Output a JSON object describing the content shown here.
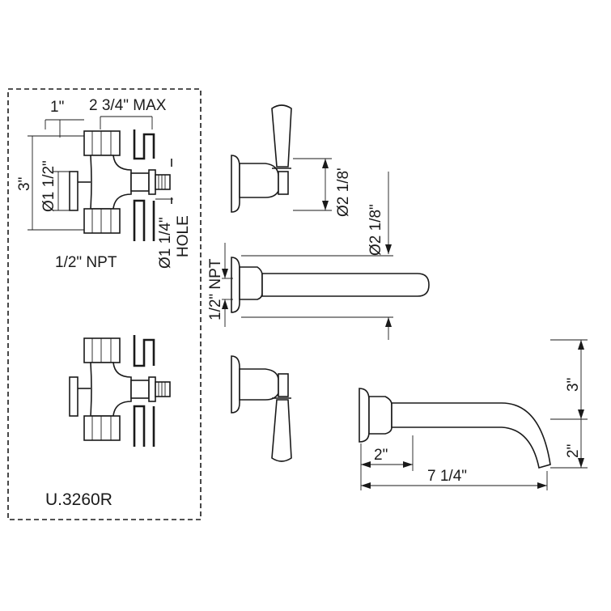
{
  "model_code": "U.3260R",
  "valve": {
    "dim_offset": "1\"",
    "dim_max_depth": "2 3/4\" MAX",
    "dim_height": "3\"",
    "dim_flange_dia": "Ø1 1/2\"",
    "dim_inlet": "1/2\" NPT",
    "dim_hole_size": "Ø1 1/4\"",
    "dim_hole_word": "HOLE"
  },
  "handle": {
    "dim_rosette": "Ø2 1/8'",
    "dim_spout_flange": "Ø2 1/8\""
  },
  "spout_side": {
    "dim_npt": "1/2\" NPT"
  },
  "spout": {
    "dim_height_upper": "3\"",
    "dim_height_lower": "2\"",
    "dim_projection": "2\"",
    "dim_length": "7 1/4\""
  }
}
